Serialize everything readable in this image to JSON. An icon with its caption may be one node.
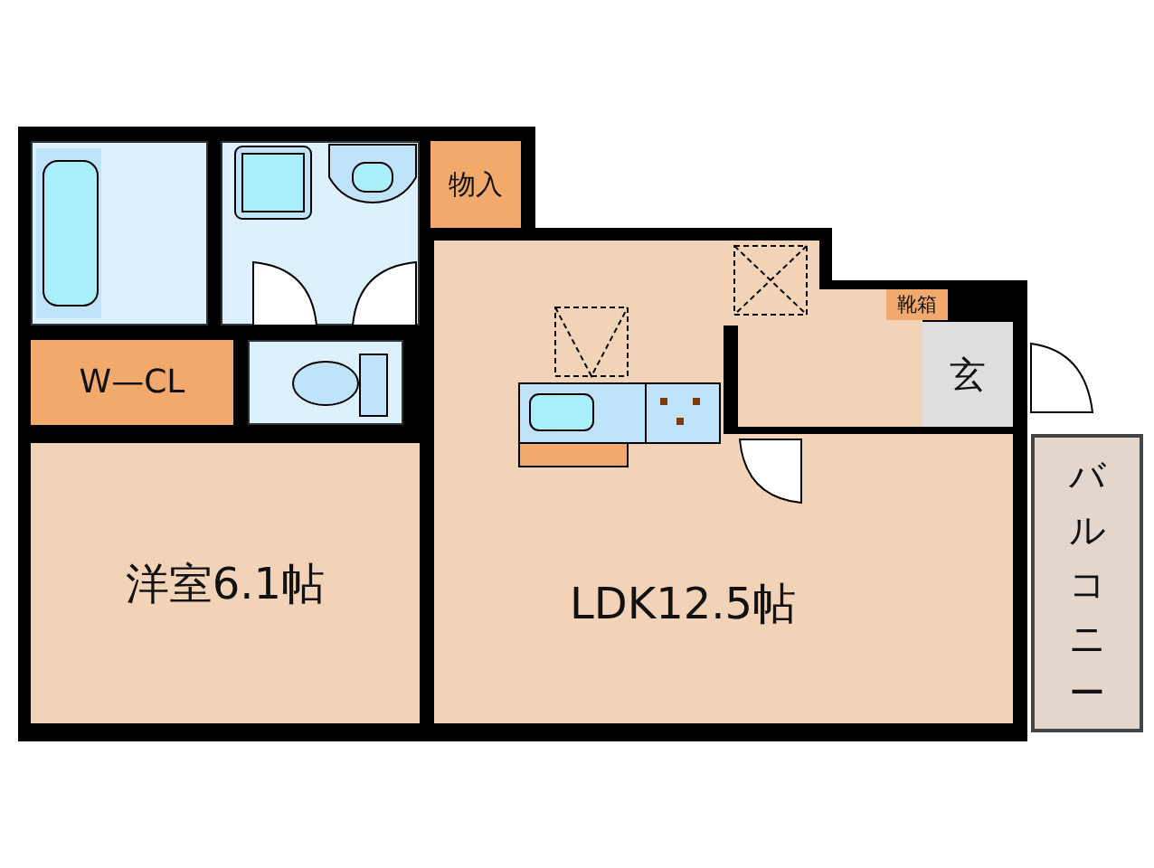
{
  "diagram": {
    "nodes": [
      {
        "text": [],
        "shape": "box"
      },
      {
        "text": [],
        "shape": "box"
      },
      {
        "text": [
          "物入"
        ]
      },
      {
        "text": [
          "W—CL"
        ]
      },
      {
        "text": [],
        "shape": "box"
      },
      {
        "text": [
          "洋室6.1帖"
        ]
      },
      {
        "text": [
          "LDK12.5帖"
        ]
      },
      {
        "text": [
          "靴箱"
        ]
      },
      {
        "text": [
          "玄"
        ]
      },
      {
        "text": [
          "バルコニー"
        ]
      }
    ]
  }
}
